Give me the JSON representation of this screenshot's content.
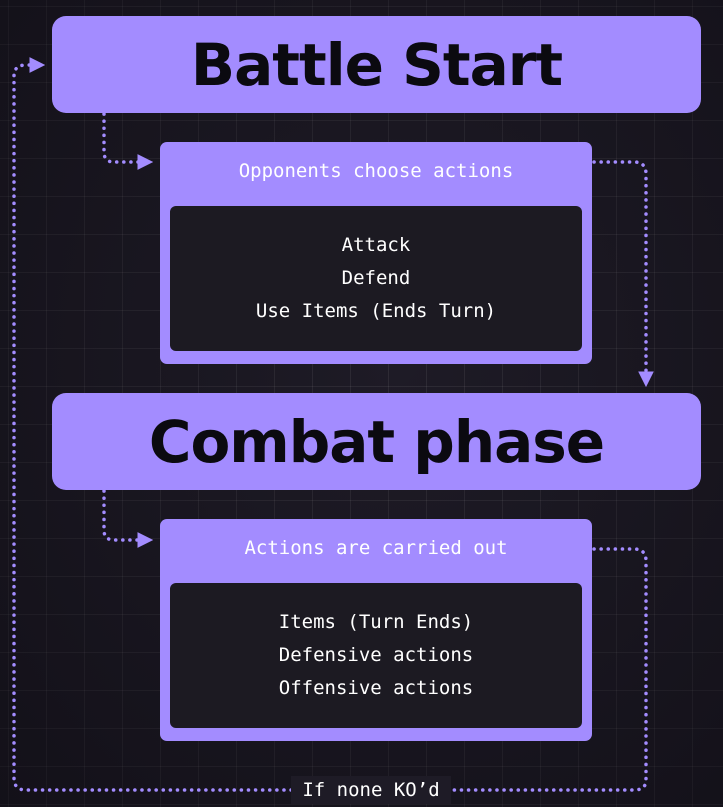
{
  "phases": {
    "start": "Battle Start",
    "combat": "Combat phase"
  },
  "choose_card": {
    "title": "Opponents choose actions",
    "items": [
      "Attack",
      "Defend",
      "Use Items (Ends Turn)"
    ]
  },
  "execute_card": {
    "title": "Actions are carried out",
    "items": [
      "Items (Turn Ends)",
      "Defensive actions",
      "Offensive actions"
    ]
  },
  "loop_label": "If none KO’d",
  "colors": {
    "background": "#1e1b26",
    "accent": "#a38cff",
    "inner_panel": "#1c1a22",
    "heading_text": "#0b0a10"
  }
}
